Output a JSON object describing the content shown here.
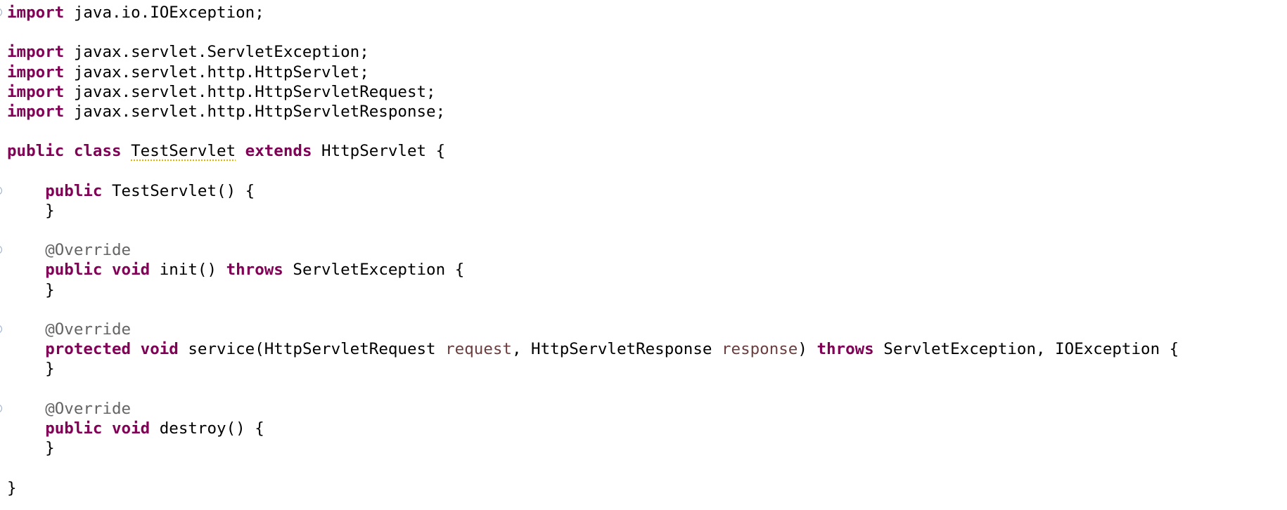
{
  "editor": {
    "lines": [
      {
        "fold": true,
        "tokens": [
          {
            "t": "import",
            "c": "kw"
          },
          {
            "t": " java.io.IOException;",
            "c": "plain"
          }
        ]
      },
      {
        "fold": false,
        "tokens": []
      },
      {
        "fold": false,
        "tokens": [
          {
            "t": "import",
            "c": "kw"
          },
          {
            "t": " javax.servlet.ServletException;",
            "c": "plain"
          }
        ]
      },
      {
        "fold": false,
        "tokens": [
          {
            "t": "import",
            "c": "kw"
          },
          {
            "t": " javax.servlet.http.HttpServlet;",
            "c": "plain"
          }
        ]
      },
      {
        "fold": false,
        "tokens": [
          {
            "t": "import",
            "c": "kw"
          },
          {
            "t": " javax.servlet.http.HttpServletRequest;",
            "c": "plain"
          }
        ]
      },
      {
        "fold": false,
        "tokens": [
          {
            "t": "import",
            "c": "kw"
          },
          {
            "t": " javax.servlet.http.HttpServletResponse;",
            "c": "plain"
          }
        ]
      },
      {
        "fold": false,
        "tokens": []
      },
      {
        "fold": false,
        "tokens": [
          {
            "t": "public",
            "c": "kw"
          },
          {
            "t": " ",
            "c": "plain"
          },
          {
            "t": "class",
            "c": "kw"
          },
          {
            "t": " ",
            "c": "plain"
          },
          {
            "t": "TestServlet",
            "c": "warn"
          },
          {
            "t": " ",
            "c": "plain"
          },
          {
            "t": "extends",
            "c": "kw"
          },
          {
            "t": " HttpServlet {",
            "c": "plain"
          }
        ]
      },
      {
        "fold": false,
        "tokens": []
      },
      {
        "fold": true,
        "tokens": [
          {
            "t": "    ",
            "c": "plain"
          },
          {
            "t": "public",
            "c": "kw"
          },
          {
            "t": " TestServlet() {",
            "c": "plain"
          }
        ]
      },
      {
        "fold": false,
        "tokens": [
          {
            "t": "    }",
            "c": "plain"
          }
        ]
      },
      {
        "fold": false,
        "tokens": []
      },
      {
        "fold": true,
        "tokens": [
          {
            "t": "    ",
            "c": "plain"
          },
          {
            "t": "@Override",
            "c": "ann"
          }
        ]
      },
      {
        "fold": false,
        "tokens": [
          {
            "t": "    ",
            "c": "plain"
          },
          {
            "t": "public",
            "c": "kw"
          },
          {
            "t": " ",
            "c": "plain"
          },
          {
            "t": "void",
            "c": "kw"
          },
          {
            "t": " init() ",
            "c": "plain"
          },
          {
            "t": "throws",
            "c": "kw"
          },
          {
            "t": " ServletException {",
            "c": "plain"
          }
        ]
      },
      {
        "fold": false,
        "tokens": [
          {
            "t": "    }",
            "c": "plain"
          }
        ]
      },
      {
        "fold": false,
        "tokens": []
      },
      {
        "fold": true,
        "tokens": [
          {
            "t": "    ",
            "c": "plain"
          },
          {
            "t": "@Override",
            "c": "ann"
          }
        ]
      },
      {
        "fold": false,
        "tokens": [
          {
            "t": "    ",
            "c": "plain"
          },
          {
            "t": "protected",
            "c": "kw"
          },
          {
            "t": " ",
            "c": "plain"
          },
          {
            "t": "void",
            "c": "kw"
          },
          {
            "t": " service(HttpServletRequest ",
            "c": "plain"
          },
          {
            "t": "request",
            "c": "param"
          },
          {
            "t": ", HttpServletResponse ",
            "c": "plain"
          },
          {
            "t": "response",
            "c": "param"
          },
          {
            "t": ") ",
            "c": "plain"
          },
          {
            "t": "throws",
            "c": "kw"
          },
          {
            "t": " ServletException, IOException {",
            "c": "plain"
          }
        ]
      },
      {
        "fold": false,
        "tokens": [
          {
            "t": "    }",
            "c": "plain"
          }
        ]
      },
      {
        "fold": false,
        "tokens": []
      },
      {
        "fold": true,
        "tokens": [
          {
            "t": "    ",
            "c": "plain"
          },
          {
            "t": "@Override",
            "c": "ann"
          }
        ]
      },
      {
        "fold": false,
        "tokens": [
          {
            "t": "    ",
            "c": "plain"
          },
          {
            "t": "public",
            "c": "kw"
          },
          {
            "t": " ",
            "c": "plain"
          },
          {
            "t": "void",
            "c": "kw"
          },
          {
            "t": " destroy() {",
            "c": "plain"
          }
        ]
      },
      {
        "fold": false,
        "tokens": [
          {
            "t": "    }",
            "c": "plain"
          }
        ]
      },
      {
        "fold": false,
        "tokens": []
      },
      {
        "fold": false,
        "tokens": [
          {
            "t": "}",
            "c": "plain"
          }
        ]
      }
    ]
  },
  "colors": {
    "keyword": "#7f0055",
    "annotation": "#646464",
    "parameter": "#6a3e3e",
    "warning_underline": "#e0b000",
    "fold_marker": "#93a9c8"
  }
}
